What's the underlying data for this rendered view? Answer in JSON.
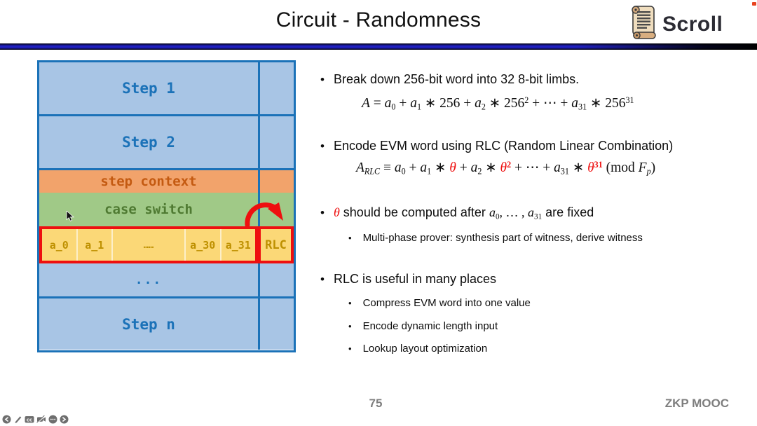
{
  "slide": {
    "title": "Circuit - Randomness",
    "page_number": "75",
    "footer_brand": "ZKP MOOC",
    "bullet_marker": "•"
  },
  "logo": {
    "text": "Scroll",
    "icon": "scroll-parchment-icon"
  },
  "theme": {
    "blue_border": "#1B72B8",
    "cell_blue": "#A8C5E5",
    "orange_fill": "#F2A36B",
    "orange_text": "#C45A11",
    "green_fill": "#A0C987",
    "green_text": "#4F7A32",
    "yellow_fill": "#FBD877",
    "yellow_text": "#BE9000",
    "red": "#EE0F0F",
    "divider_blue": "#2020C4",
    "footer_gray": "#7E7E7E"
  },
  "diagram": {
    "step1": "Step 1",
    "step2": "Step 2",
    "step_context": "step context",
    "case_switch": "case switch",
    "limbs": [
      "a_0",
      "a_1",
      "……",
      "a_30",
      "a_31"
    ],
    "rlc": "RLC",
    "dots": "...",
    "stepn": "Step n"
  },
  "bullets": {
    "b1": "Break down 256-bit word into 32 8-bit limbs.",
    "f1": [
      {
        "t": "A",
        "s": "v"
      },
      {
        "t": " = ",
        "s": "n"
      },
      {
        "t": "a",
        "s": "v"
      },
      {
        "t": "0",
        "s": "sub"
      },
      {
        "t": " + ",
        "s": "n"
      },
      {
        "t": "a",
        "s": "v"
      },
      {
        "t": "1",
        "s": "sub"
      },
      {
        "t": " ∗ 256 + ",
        "s": "n"
      },
      {
        "t": "a",
        "s": "v"
      },
      {
        "t": "2",
        "s": "sub"
      },
      {
        "t": " ∗ 256",
        "s": "n"
      },
      {
        "t": "2",
        "s": "sup"
      },
      {
        "t": " + ⋯ + ",
        "s": "n"
      },
      {
        "t": "a",
        "s": "v"
      },
      {
        "t": "31",
        "s": "sub"
      },
      {
        "t": " ∗ 256",
        "s": "n"
      },
      {
        "t": "31",
        "s": "sup"
      }
    ],
    "b2": "Encode EVM word using RLC (Random Linear Combination)",
    "f2": [
      {
        "t": "A",
        "s": "v"
      },
      {
        "t": "RLC",
        "s": "subi"
      },
      {
        "t": " ≡ ",
        "s": "n"
      },
      {
        "t": "a",
        "s": "v"
      },
      {
        "t": "0",
        "s": "sub"
      },
      {
        "t": " + ",
        "s": "n"
      },
      {
        "t": "a",
        "s": "v"
      },
      {
        "t": "1",
        "s": "sub"
      },
      {
        "t": " ∗ ",
        "s": "n"
      },
      {
        "t": "θ",
        "s": "rv"
      },
      {
        "t": " + ",
        "s": "n"
      },
      {
        "t": "a",
        "s": "v"
      },
      {
        "t": "2",
        "s": "sub"
      },
      {
        "t": " ∗ ",
        "s": "n"
      },
      {
        "t": "θ",
        "s": "rv"
      },
      {
        "t": "2",
        "s": "rsup"
      },
      {
        "t": " + ⋯ + ",
        "s": "n"
      },
      {
        "t": "a",
        "s": "v"
      },
      {
        "t": "31",
        "s": "sub"
      },
      {
        "t": " ∗ ",
        "s": "n"
      },
      {
        "t": "θ",
        "s": "rv"
      },
      {
        "t": "31",
        "s": "rsup"
      },
      {
        "t": " (mod ",
        "s": "n"
      },
      {
        "t": "F",
        "s": "v"
      },
      {
        "t": "p",
        "s": "subi"
      },
      {
        "t": ")",
        "s": "n"
      }
    ],
    "b3": [
      {
        "t": "θ",
        "s": "rv"
      },
      {
        "t": " should be computed after ",
        "s": "n"
      },
      {
        "t": "a",
        "s": "v"
      },
      {
        "t": "0",
        "s": "sub"
      },
      {
        "t": ", … , ",
        "s": "m"
      },
      {
        "t": "a",
        "s": "v"
      },
      {
        "t": "31",
        "s": "sub"
      },
      {
        "t": " are fixed",
        "s": "n"
      }
    ],
    "b3_sub": "Multi-phase prover: synthesis part of witness, derive witness",
    "b4": "RLC is useful in many places",
    "b4_subs": [
      "Compress EVM word into one value",
      "Encode dynamic length input",
      "Lookup layout optimization"
    ]
  },
  "player": {
    "icons": [
      "previous",
      "draw-pen",
      "closed-captions",
      "camera-off",
      "more-options",
      "next"
    ],
    "cc_label": "CC"
  }
}
